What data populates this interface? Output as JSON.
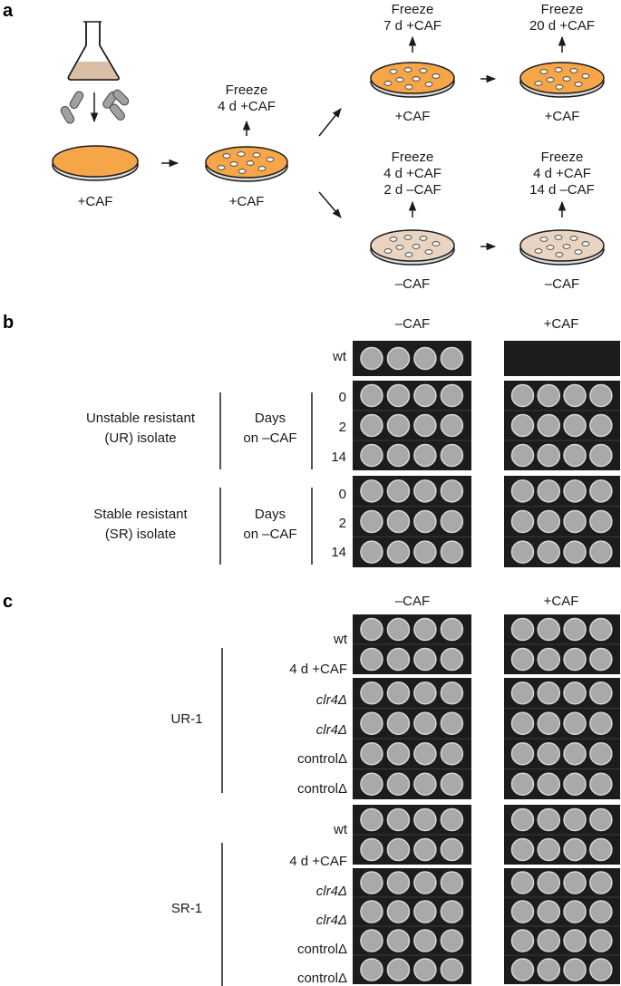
{
  "panel_a": {
    "label": "a",
    "plate_caf_1": "+CAF",
    "plate_caf_2": "+CAF",
    "freeze_4d": {
      "line1": "Freeze",
      "line2": "4 d +CAF"
    },
    "freeze_7d": {
      "line1": "Freeze",
      "line2": "7 d +CAF"
    },
    "freeze_20d": {
      "line1": "Freeze",
      "line2": "20 d +CAF"
    },
    "freeze_2d": {
      "line1": "Freeze",
      "line2": "4 d +CAF",
      "line3": "2 d –CAF"
    },
    "freeze_14d": {
      "line1": "Freeze",
      "line2": "4 d +CAF",
      "line3": "14 d –CAF"
    },
    "plate_top_1": "+CAF",
    "plate_top_2": "+CAF",
    "plate_bot_1": "–CAF",
    "plate_bot_2": "–CAF",
    "colors": {
      "orange": "#f6a649",
      "tan": "#e8d4c0",
      "liquid": "#d8bfa6"
    }
  },
  "panel_b": {
    "label": "b",
    "col_minus": "–CAF",
    "col_plus": "+CAF",
    "wt": "wt",
    "ur_label_1": "Unstable resistant",
    "ur_label_2": "(UR) isolate",
    "sr_label_1": "Stable resistant",
    "sr_label_2": "(SR) isolate",
    "days_1": "Days",
    "days_2": "on –CAF",
    "day_values": [
      "0",
      "2",
      "14"
    ]
  },
  "panel_c": {
    "label": "c",
    "col_minus": "–CAF",
    "col_plus": "+CAF",
    "group1": "UR-1",
    "group2": "SR-1",
    "rows": [
      "wt",
      "4 d +CAF",
      "clr4Δ",
      "clr4Δ",
      "controlΔ",
      "controlΔ"
    ]
  }
}
